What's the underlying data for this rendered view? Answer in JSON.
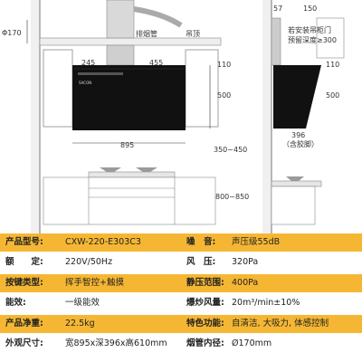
{
  "diagram": {
    "labels": {
      "duct_diameter": "Φ170",
      "exhaust_pipe": "排烟管",
      "ceiling": "吊顶",
      "dim_245": "245",
      "dim_455": "455",
      "dim_110_left": "110",
      "dim_500_left": "500",
      "dim_895": "895",
      "dim_350_450": "350~450",
      "dim_800_850": "800~850",
      "dim_57": "57",
      "dim_150": "150",
      "cabinet_note_1": "若安装吊柜门",
      "cabinet_note_2": "预留深度≥300",
      "dim_110_right": "110",
      "dim_500_right": "500",
      "dim_396": "396",
      "dim_396_note": "（含胶脚）",
      "brand": "SACON"
    }
  },
  "specs": {
    "rows": [
      {
        "l1": "产品型号:",
        "v1": "CXW-220-E303C3",
        "l2": "噪　音:",
        "v2": "声压级55dB"
      },
      {
        "l1": "额　　定:",
        "v1": "220V/50Hz",
        "l2": "风　压:",
        "v2": "320Pa"
      },
      {
        "l1": "按键类型:",
        "v1": "挥手智控+触摸",
        "l2": "静压范围:",
        "v2": "400Pa"
      },
      {
        "l1": "能效:",
        "v1": "一级能效",
        "l2": "爆炒风量:",
        "v2": "20m³/min±10%"
      },
      {
        "l1": "产品净重:",
        "v1": "22.5kg",
        "l2": "特色功能:",
        "v2": "自清洁, 大吸力, 体感控制"
      },
      {
        "l1": "外观尺寸:",
        "v1": "宽895x深396x高610mm",
        "l2": "烟管内径:",
        "v2": "Ø170mm"
      }
    ]
  }
}
